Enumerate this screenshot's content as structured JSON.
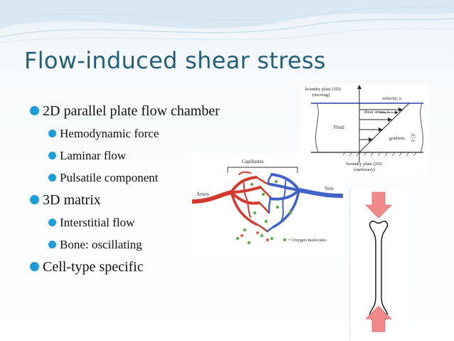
{
  "slide": {
    "title": "Flow-induced shear stress",
    "bullets": [
      {
        "text": "2D parallel plate flow chamber",
        "level": 1
      },
      {
        "text": "Hemodynamic force",
        "level": 2
      },
      {
        "text": "Laminar flow",
        "level": 2
      },
      {
        "text": "Pulsatile component",
        "level": 2
      },
      {
        "text": "3D matrix",
        "level": 1
      },
      {
        "text": "Interstitial flow",
        "level": 2
      },
      {
        "text": "Bone: oscillating",
        "level": 2
      },
      {
        "text": "Cell-type specific",
        "level": 1
      }
    ]
  },
  "shear_figure": {
    "top_plate": "boundry plate (2D)",
    "top_plate_sub": "(moving)",
    "velocity": "velocity, u",
    "shear_stress": "shear stress, τ",
    "fluid": "Fluid",
    "gradient": "gradient,",
    "gradient_num": "∂u",
    "gradient_den": "∂y",
    "bottom_plate": "boundry plate (2D)",
    "bottom_plate_sub": "(stationary)"
  },
  "capillary_figure": {
    "capillaries": "Capillaries",
    "artery": "Artery",
    "vein": "Vein",
    "legend": "= Oxygen molecules"
  },
  "colors": {
    "title": "#22607a",
    "bullet": "#1f9bd6",
    "artery": "#d23a2e",
    "vein": "#3f63c6",
    "oxygen": "#5cb04a",
    "arrow": "#f08a8a"
  }
}
